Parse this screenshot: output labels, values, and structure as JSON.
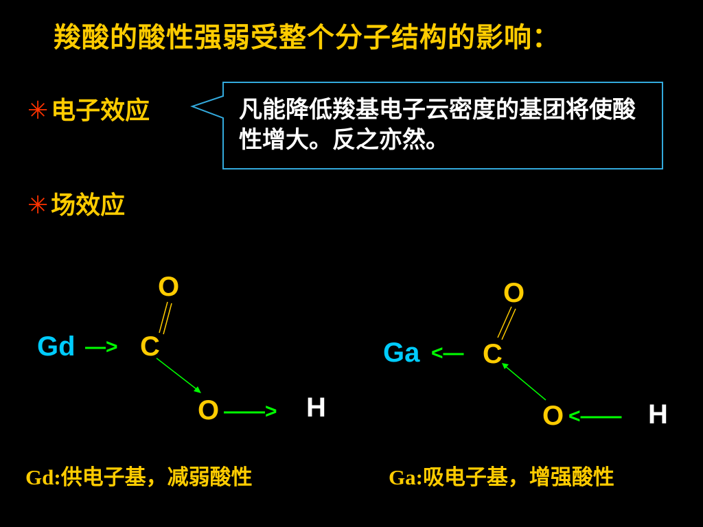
{
  "title": "羧酸的酸性强弱受整个分子结构的影响：",
  "bullets": [
    {
      "star": "✳",
      "label": "电子效应"
    },
    {
      "star": "✳",
      "label": "场效应"
    }
  ],
  "callout": {
    "text": "凡能降低羧基电子云密度的基团将使酸性增大。反之亦然。"
  },
  "left_structure": {
    "group": "Gd",
    "bond_arrow": "—>",
    "carbon": "C",
    "carbonyl_oxygen": "O",
    "hydroxyl_oxygen": "O",
    "oh_arrow": "——>",
    "hydrogen": "H"
  },
  "right_structure": {
    "group": "Ga",
    "bond_arrow": "<—",
    "carbon": "C",
    "carbonyl_oxygen": "O",
    "hydroxyl_oxygen": "O",
    "oh_arrow": "<——",
    "hydrogen": "H"
  },
  "captions": {
    "left_prefix": "Gd:",
    "left_text": "供电子基，减弱酸性",
    "right_prefix": "Ga:",
    "right_text": "吸电子基，增强酸性"
  },
  "colors": {
    "background": "#000000",
    "title": "#ffcc00",
    "text_white": "#ffffff",
    "atom_yellow": "#ffcc00",
    "group_cyan": "#00ccff",
    "arrow_green": "#00ff00",
    "callout_border": "#33aadd",
    "bullet_star": "#ff3300"
  }
}
